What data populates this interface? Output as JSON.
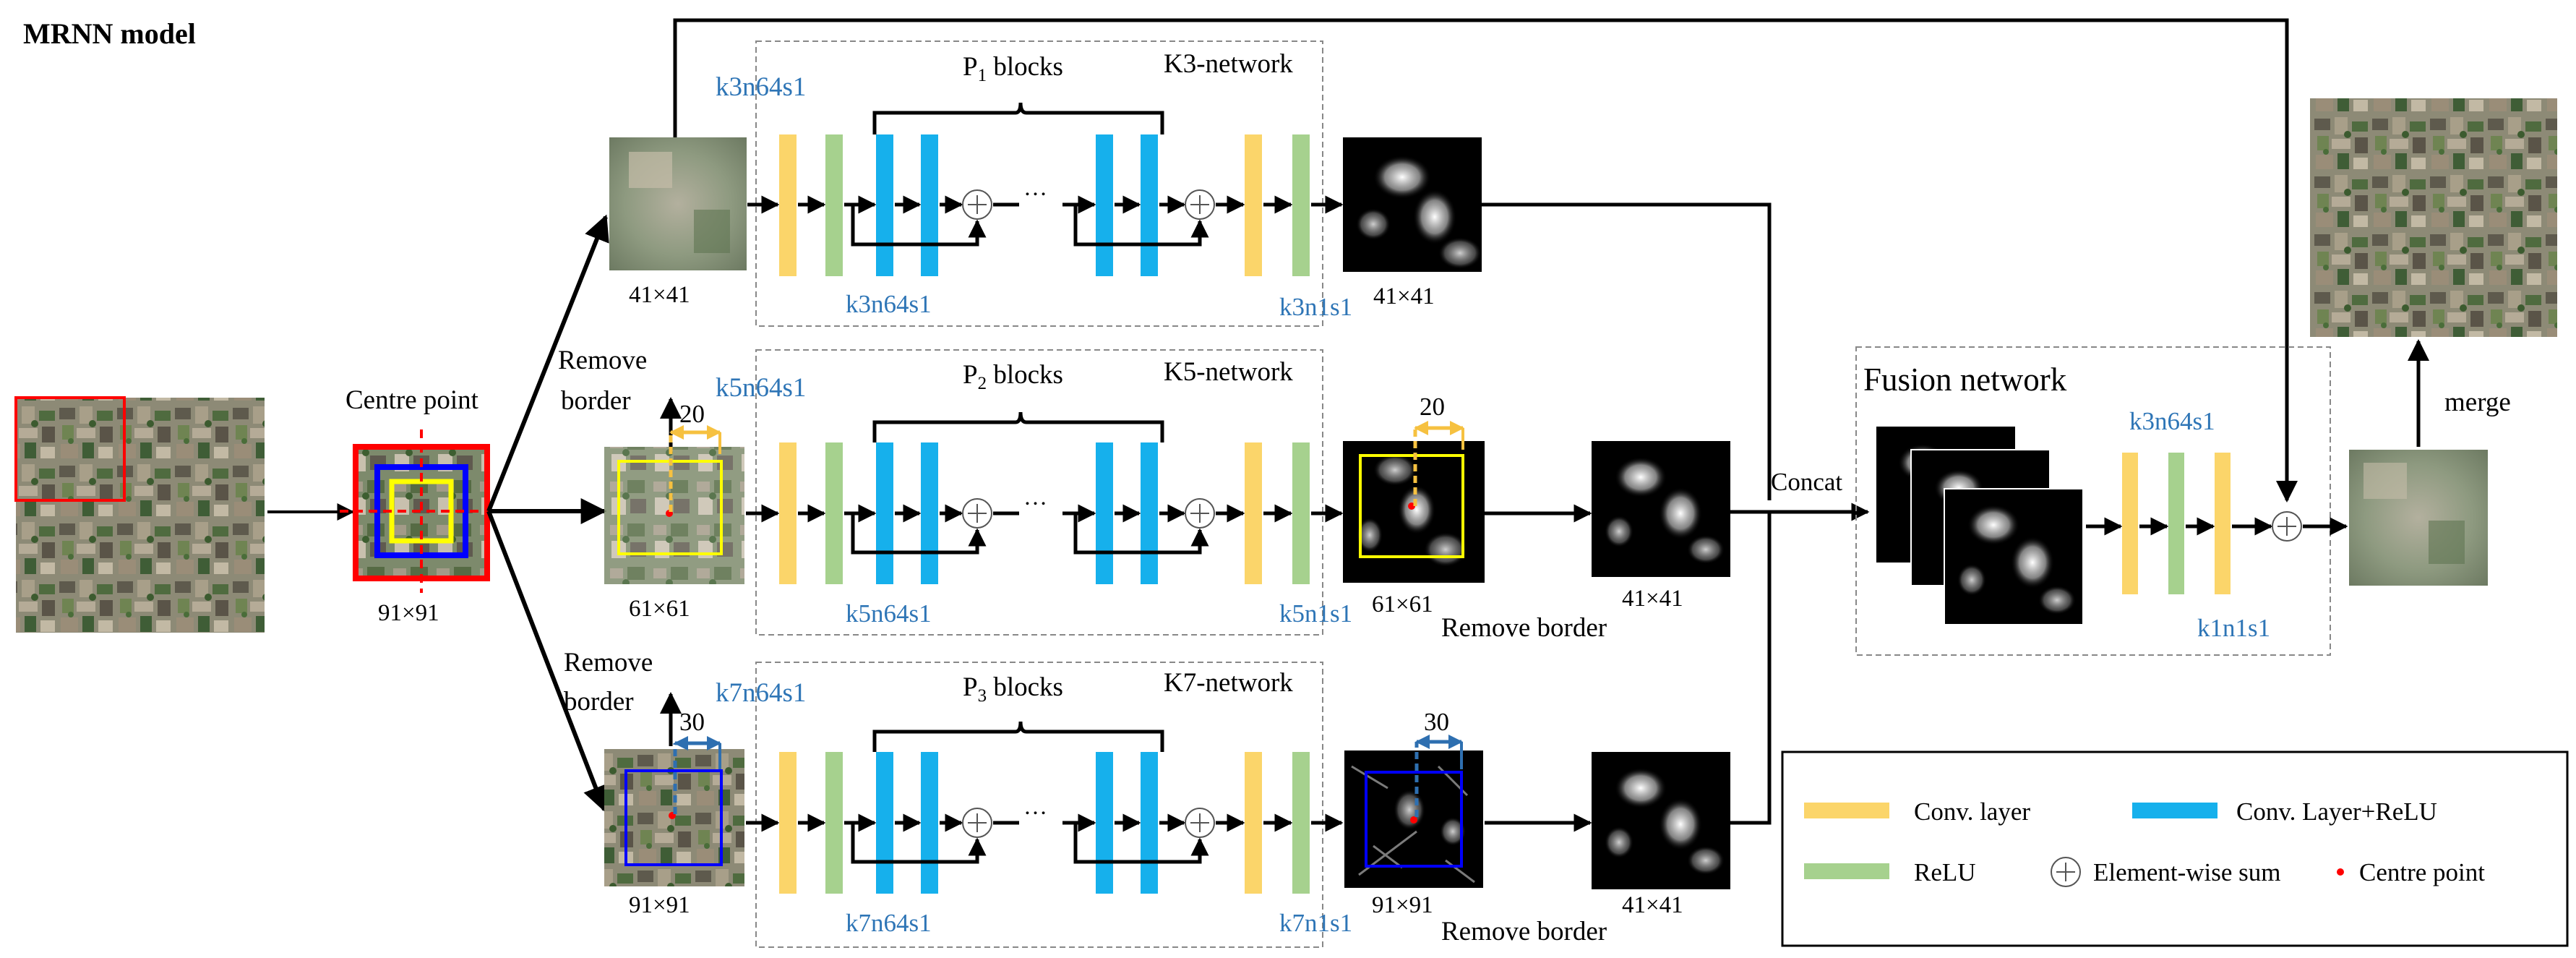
{
  "title": "MRNN model",
  "colors": {
    "conv_layer": "#fbd56a",
    "conv_relu": "#16b0ec",
    "relu": "#a6d18e",
    "label_blue": "#2e75b6",
    "red_box": "#ff0000",
    "yellow_box": "#ffff00",
    "blue_box": "#0000ff",
    "yellow_bracket": "#f6c140",
    "blue_bracket": "#2e6fb0"
  },
  "input": {
    "image_label": "aerial-image",
    "centre_point_label": "Centre point",
    "size_label": "91×91"
  },
  "branches": {
    "k3": {
      "patch_size": "41×41",
      "network_name": "K3-network",
      "blocks_label": "P",
      "blocks_sub": "1",
      "blocks_suffix": " blocks",
      "first_label": "k3n64s1",
      "block_label": "k3n64s1",
      "last_label": "k3n1s1",
      "output_size": "41×41",
      "ellipsis": "…"
    },
    "k5": {
      "remove_border_1": "Remove",
      "remove_border_2": "border",
      "border_px": "20",
      "patch_size": "61×61",
      "network_name": "K5-network",
      "blocks_label": "P",
      "blocks_sub": "2",
      "blocks_suffix": " blocks",
      "first_label": "k5n64s1",
      "block_label": "k5n64s1",
      "last_label": "k5n1s1",
      "output_size": "61×61",
      "output_border_px": "20",
      "crop_size": "41×41",
      "crop_label": "Remove border",
      "ellipsis": "…"
    },
    "k7": {
      "remove_border_1": "Remove",
      "remove_border_2": "border",
      "border_px": "30",
      "patch_size": "91×91",
      "network_name": "K7-network",
      "blocks_label": "P",
      "blocks_sub": "3",
      "blocks_suffix": " blocks",
      "first_label": "k7n64s1",
      "block_label": "k7n64s1",
      "last_label": "k7n1s1",
      "output_size": "91×91",
      "output_border_px": "30",
      "crop_size": "41×41",
      "crop_label": "Remove border",
      "ellipsis": "…"
    }
  },
  "fusion": {
    "concat_label": "Concat",
    "title": "Fusion network",
    "first_label": "k3n64s1",
    "last_label": "k1n1s1",
    "merge_label": "merge"
  },
  "legend": {
    "conv_layer": "Conv. layer",
    "conv_relu": "Conv. Layer+ReLU",
    "relu": "ReLU",
    "element_sum": "Element-wise sum",
    "centre_point": "Centre point"
  }
}
